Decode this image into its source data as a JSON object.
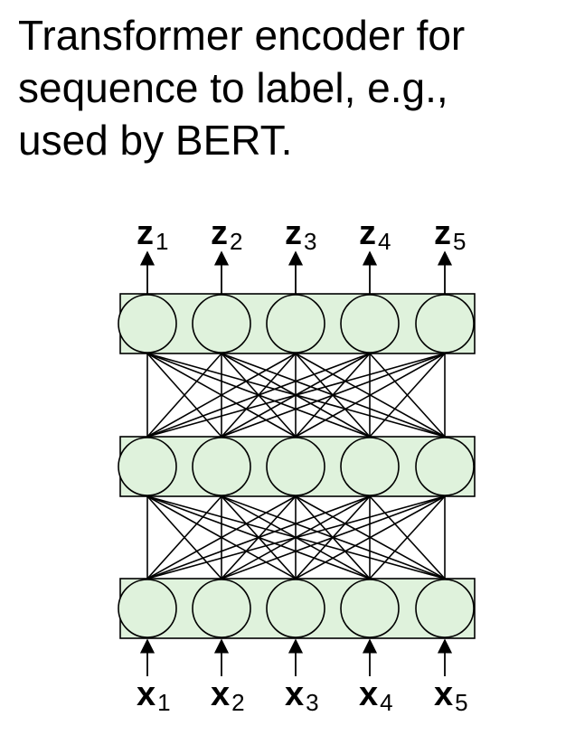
{
  "title_lines": [
    "Transformer encoder for",
    "sequence to label, e.g.,",
    "used by BERT."
  ],
  "outputs": [
    {
      "var": "z",
      "sub": "1"
    },
    {
      "var": "z",
      "sub": "2"
    },
    {
      "var": "z",
      "sub": "3"
    },
    {
      "var": "z",
      "sub": "4"
    },
    {
      "var": "z",
      "sub": "5"
    }
  ],
  "inputs": [
    {
      "var": "x",
      "sub": "1"
    },
    {
      "var": "x",
      "sub": "2"
    },
    {
      "var": "x",
      "sub": "3"
    },
    {
      "var": "x",
      "sub": "4"
    },
    {
      "var": "x",
      "sub": "5"
    }
  ],
  "layer_count": 3,
  "colors": {
    "layer_fill": "#dff2dc",
    "node_fill": "#dff2dc",
    "stroke": "#000000"
  }
}
